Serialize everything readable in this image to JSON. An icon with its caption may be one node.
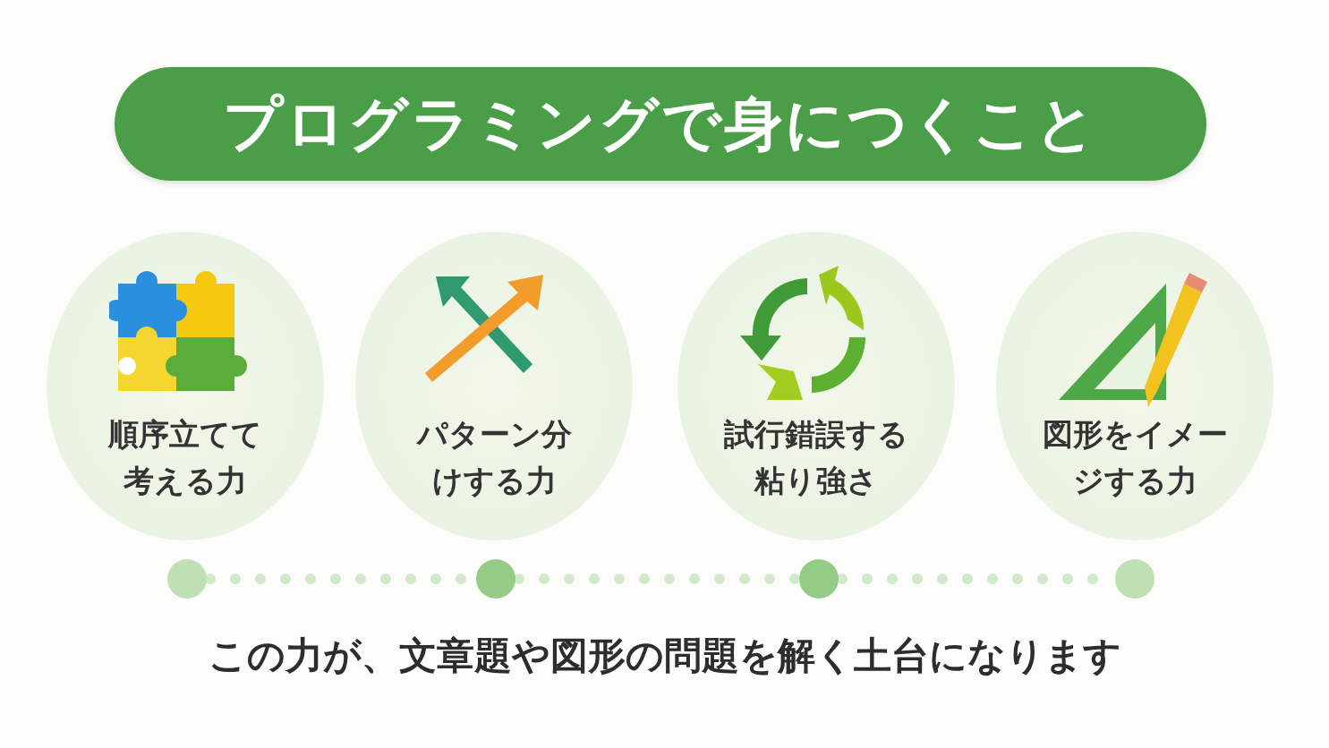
{
  "diagram": {
    "title": "プログラミングで身につくこと",
    "nodes": [
      {
        "text": [
          "順序立てて考える力"
        ]
      },
      {
        "text": [
          "パターン分けする力"
        ]
      },
      {
        "text": [
          "試行錯誤する粘り強さ"
        ]
      },
      {
        "text": [
          "図形をイメージする力"
        ]
      },
      {
        "text": [],
        "shape": "circle"
      },
      {
        "text": [],
        "shape": "circle"
      },
      {
        "text": [],
        "shape": "circle"
      },
      {
        "text": [],
        "shape": "circle"
      }
    ],
    "edges": [
      {
        "from": 4,
        "to": 5,
        "arrow": "none",
        "style": "dashed"
      },
      {
        "from": 5,
        "to": 6,
        "arrow": "none",
        "style": "dashed"
      },
      {
        "from": 6,
        "to": 7,
        "arrow": "none",
        "style": "dashed"
      }
    ],
    "caption": "この力が、文章題や図形の問題を解く土台になります"
  }
}
